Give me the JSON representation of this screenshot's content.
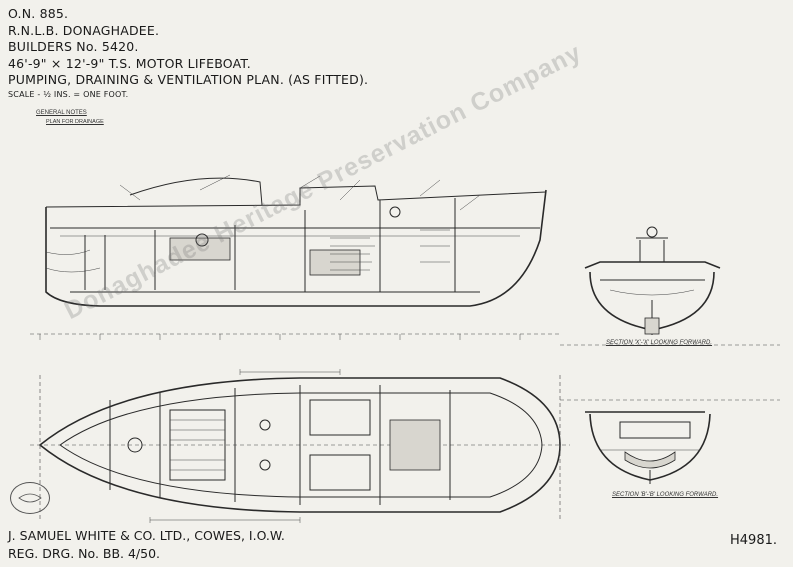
{
  "title_block": {
    "lines": [
      "O.N. 885.",
      "R.N.L.B. DONAGHADEE.",
      "BUILDERS No. 5420.",
      "46'-9\" × 12'-9\" T.S. MOTOR LIFEBOAT.",
      "PUMPING, DRAINING & VENTILATION PLAN. (AS FITTED)."
    ],
    "scale": "SCALE - ½ INS. = ONE FOOT."
  },
  "general_notes": {
    "heading": "GENERAL NOTES",
    "subheading": "PLAN FOR DRAINAGE"
  },
  "watermark": "Donaghadee Heritage Preservation Company",
  "section_labels": {
    "section_xx": "SECTION 'X'-'X' LOOKING FORWARD.",
    "section_bb": "SECTION 'B'-'B' LOOKING FORWARD."
  },
  "footer": {
    "builder": "J. SAMUEL WHITE & CO. LTD., COWES, I.O.W.",
    "reg_drg": "REG. DRG. No. BB. 4/50.",
    "drawing_number": "H4981."
  }
}
